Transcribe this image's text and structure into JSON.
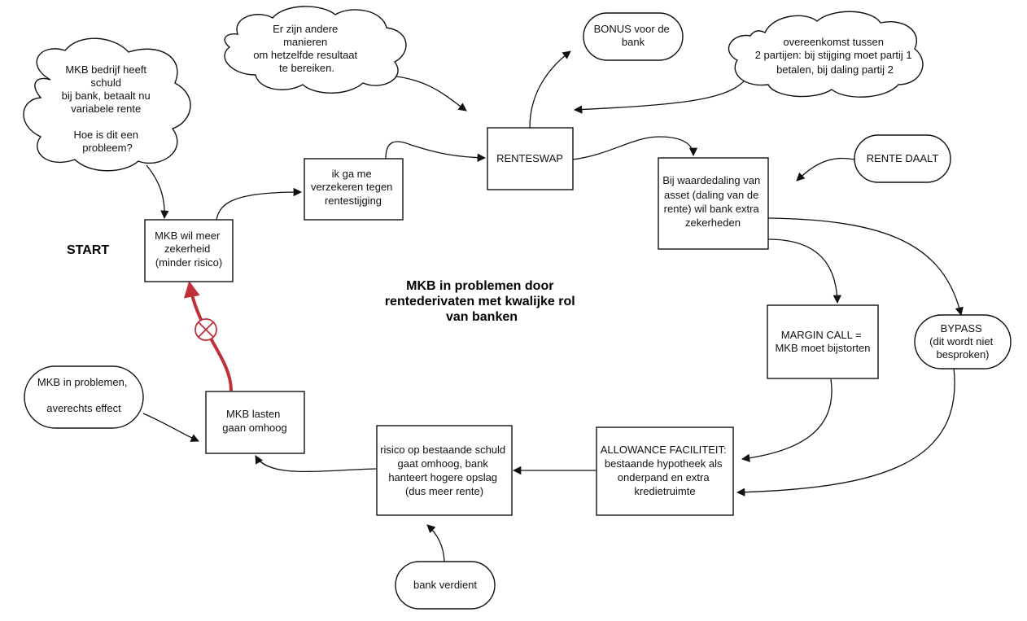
{
  "diagram": {
    "title": [
      "MKB in problemen door",
      "rentederivaten met kwalijke rol",
      "van banken"
    ],
    "start_label": "START",
    "nodes": {
      "cloud_schuld": [
        "MKB bedrijf heeft",
        "schuld",
        "bij bank, betaalt nu",
        "variabele rente",
        "",
        "Hoe is dit een",
        "probleem?"
      ],
      "cloud_manieren": [
        "Er zijn andere",
        "manieren",
        "om hetzelfde resultaat",
        "te bereiken."
      ],
      "term_bonus": [
        "BONUS voor de",
        "bank"
      ],
      "cloud_overeenkomst": [
        "overeenkomst tussen",
        "2 partijen: bij stijging moet partij 1",
        "betalen, bij daling partij 2"
      ],
      "box_zekerheid": [
        "MKB wil meer",
        "zekerheid",
        "(minder risico)"
      ],
      "box_verzekeren": [
        "ik ga me",
        "verzekeren tegen",
        "rentestijging"
      ],
      "box_renteswap": [
        "RENTESWAP"
      ],
      "term_rente_daalt": [
        "RENTE DAALT"
      ],
      "box_waardedaling": [
        "Bij waardedaling van",
        "asset (daling van de",
        "rente) wil bank extra",
        "zekerheden"
      ],
      "box_margin_call": [
        "MARGIN CALL =",
        "MKB moet bijstorten"
      ],
      "term_bypass": [
        "BYPASS",
        "(dit wordt niet",
        "besproken)"
      ],
      "box_allowance": [
        "ALLOWANCE FACILITEIT:",
        "bestaande hypotheek als",
        "onderpand en extra",
        "kredietruimte"
      ],
      "box_risico": [
        "risico op bestaande schuld",
        "gaat omhoog, bank",
        "hanteert hogere opslag",
        "(dus meer rente)"
      ],
      "box_lasten": [
        "MKB lasten",
        "gaan omhoog"
      ],
      "term_problemen": [
        "MKB in problemen,",
        "",
        "averechts effect"
      ],
      "term_bank_verdient": [
        "bank verdient"
      ]
    }
  },
  "colors": {
    "line": "#111111",
    "accent": "#c0303a",
    "fill": "#ffffff"
  }
}
